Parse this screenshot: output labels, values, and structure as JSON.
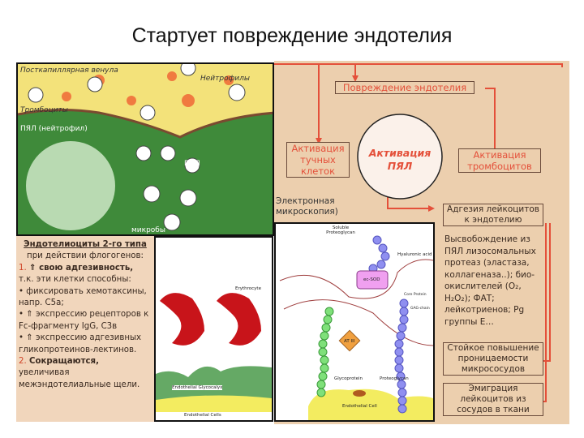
{
  "slide": {
    "title": "Стартует повреждение эндотелия"
  },
  "micrograph": {
    "labels": {
      "venule": "Посткапиллярная венула",
      "neutrophils": "Нейтрофилы",
      "platelets": "Тромбоциты",
      "pmn": "ПЯЛ (нейтрофил)",
      "pyal": "ПЯЛ",
      "microbes": "микробы"
    }
  },
  "flow": {
    "damage": "Повреждение эндотелия",
    "mast": "Активация тучных клеток",
    "pmn": "Активация ПЯЛ",
    "platelets": "Активация тромбоцитов",
    "em_caption": "Электронная микроскопия)",
    "adhesion": "Адгезия лейкоцитов к эндотелию",
    "release": "Высвобождение из ПЯЛ лизосомальных протеаз (эластаза, коллагеназа..); био-окислителей (O₂, H₂O₂); ФАТ; лейкотриенов; Pg группы E…",
    "permeability": "Стойкое повышение проницаемости микрососудов",
    "emigration": "Эмиграция лейкоцитов из сосудов в ткани"
  },
  "endothelium_text": {
    "heading": "Эндотелиоциты 2-го типа",
    "subheading": "при действии флогогенов:",
    "point1_num": "1.",
    "point1": "⇑ свою адгезивность,",
    "point1_cont": "т.к. эти клетки способны:",
    "bullet1": "• фиксировать хемотаксины, напр. C5a;",
    "bullet2": "• ⇑ экспрессию рецепторов к Fc-фрагменту IgG, C3в",
    "bullet3": "• ⇑ экспрессию адгезивных гликопротеинов-лектинов.",
    "point2_num": "2.",
    "point2": "Сокращаются,",
    "point2_cont": "увеличивая межэндотелиальные щели."
  },
  "glycocalyx": {
    "erythrocyte": "Erythrocyte",
    "glycocalyx": "Endothelial Glycocalyx",
    "cells": "Endothelial Cells",
    "soluble": "Soluble Proteoglycan",
    "hyaluronic": "Hyaluronic acid",
    "ecsod": "ec-SOD",
    "core": "Core Protein",
    "gag": "GAG-chain",
    "atiii": "AT III",
    "glycoprotein": "Glycoprotein",
    "proteoglycan": "Proteoglycan",
    "endocell": "Endothelial Cell"
  },
  "colors": {
    "flow_red": "#e4503a",
    "tan": "#eccfae",
    "green": "#3f8a3a",
    "plasma": "#f3e27a",
    "erythrocyte": "#c8141a",
    "glycoprotein": "#7fe07a",
    "proteoglycan": "#8f8ff0"
  }
}
